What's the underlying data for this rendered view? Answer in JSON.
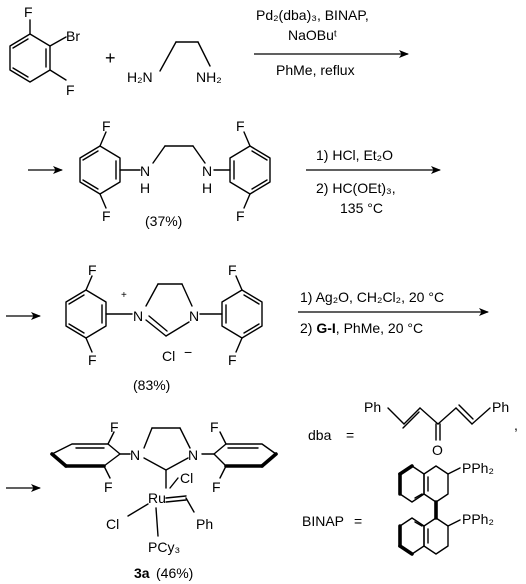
{
  "step1": {
    "reactant1": {
      "f_top": "F",
      "br": "Br",
      "f_bottom": "F"
    },
    "plus": "+",
    "reactant2": {
      "n_left": "H₂N",
      "n_right": "NH₂"
    },
    "conditions": {
      "line1": "Pd₂(dba)₃, BINAP,",
      "line2": "NaOBuᵗ",
      "line3": "PhMe, reflux"
    }
  },
  "step2": {
    "product": {
      "f1": "F",
      "f2": "F",
      "f3": "F",
      "f4": "F",
      "nh1": "N",
      "h1": "H",
      "nh2": "N",
      "h2": "H"
    },
    "yield": "(37%)",
    "conditions": {
      "line1": "1) HCl, Et₂O",
      "line2": "2) HC(OEt)₃,",
      "line3": "135 °C"
    }
  },
  "step3": {
    "product": {
      "f1": "F",
      "f2": "F",
      "f3": "F",
      "f4": "F",
      "n_plus": "N",
      "plus": "+",
      "n2": "N",
      "counterion": "Cl",
      "minus": "−"
    },
    "yield": "(83%)",
    "conditions": {
      "line1": "1) Ag₂O, CH₂Cl₂, 20 °C",
      "line2_prefix": "2) ",
      "line2_bold": "G-I",
      "line2_suffix": ", PhMe, 20 °C"
    }
  },
  "step4": {
    "product": {
      "f1": "F",
      "f2": "F",
      "f3": "F",
      "f4": "F",
      "n1": "N",
      "n2": "N",
      "ru": "Ru",
      "cl1": "Cl",
      "cl2": "Cl",
      "ph": "Ph",
      "pcy3": "PCy₃"
    },
    "label": "3a",
    "yield": "(46%)"
  },
  "legend": {
    "dba": {
      "label": "dba",
      "eq": "=",
      "ph_left": "Ph",
      "ph_right": "Ph",
      "o": "O",
      "comma": ","
    },
    "binap": {
      "label": "BINAP",
      "eq": "=",
      "pph2_top": "PPh₂",
      "pph2_bottom": "PPh₂"
    }
  }
}
